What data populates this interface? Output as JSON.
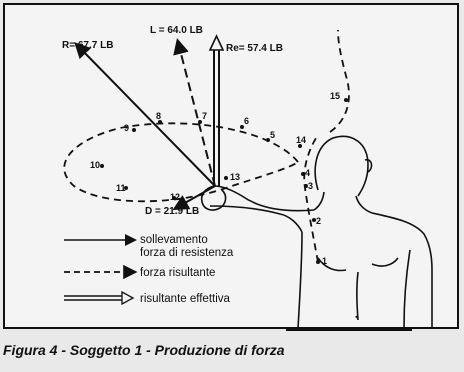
{
  "vectors": {
    "R": "R= 67.7 LB",
    "L": "L = 64.0 LB",
    "Re": "Re= 57.4 LB",
    "D": "D = 21.9 LB"
  },
  "point_labels": [
    "1",
    "2",
    "3",
    "4",
    "5",
    "6",
    "7",
    "8",
    "9",
    "10",
    "11",
    "12",
    "13",
    "14",
    "15"
  ],
  "legend": {
    "solid": "sollevamento",
    "solid_2": "forza di resistenza",
    "dashed": "forza risultante",
    "double": "risultante effettiva"
  },
  "caption": "Figura 4 - Soggetto 1 - Produzione di forza"
}
